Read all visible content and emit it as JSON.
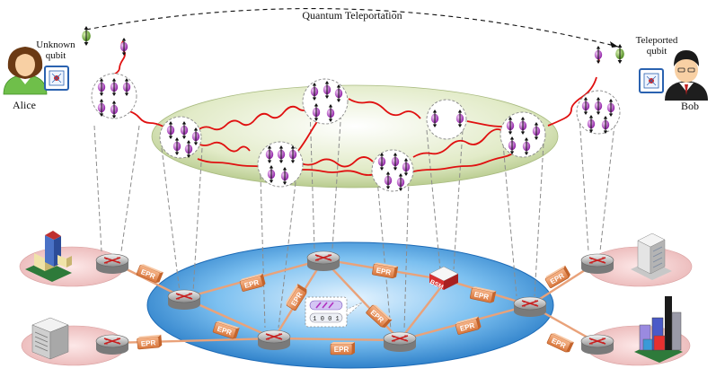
{
  "title": "Quantum Teleportation",
  "alice": {
    "name": "Alice",
    "caption_line1": "Unknown",
    "caption_line2": "qubit"
  },
  "bob": {
    "name": "Bob",
    "caption_line1": "Teleported",
    "caption_line2": "qubit"
  },
  "link_label": "EPR",
  "bsm_label": "BSM",
  "memory_bits": "1 0 0 1",
  "colors": {
    "qubit_purple": "#b040c0",
    "teleport_qubit_green": "#6aa830",
    "entanglement_red": "#e01010",
    "upper_plane": "#d6e2b6",
    "lower_plane": "#2f8fd8",
    "epr_box": "#e8935a",
    "site_disc": "#f3cccc"
  },
  "icons": [
    "alice-avatar-icon",
    "bob-avatar-icon",
    "quantum-chip-icon",
    "router-icon",
    "building-icon",
    "server-icon",
    "city-icon",
    "bsm-device-icon",
    "quantum-memory-icon"
  ]
}
